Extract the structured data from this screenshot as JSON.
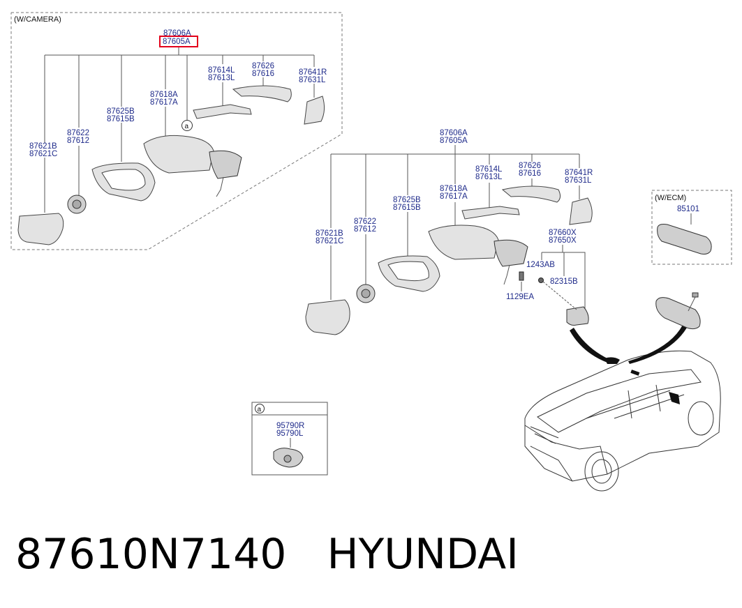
{
  "footer": {
    "part_number": "87610N7140",
    "brand": "HYUNDAI"
  },
  "camera_group": {
    "title": "(W/CAMERA)",
    "assembly_top": "87606A",
    "assembly_highlighted": "87605A",
    "labels": {
      "cover_upper": "87614L",
      "cover_lower": "87613L",
      "scalp_a": "87626",
      "scalp_b": "87616",
      "cap_a": "87641R",
      "cap_b": "87631L",
      "frame_a": "87618A",
      "frame_b": "87617A",
      "housing_a": "87625B",
      "housing_b": "87615B",
      "actuator_a": "87622",
      "actuator_b": "87612",
      "glass_a": "87621B",
      "glass_b": "87621C"
    },
    "callout": "a"
  },
  "main_group": {
    "assembly_top": "87606A",
    "assembly_bottom": "87605A",
    "labels": {
      "cover_upper": "87614L",
      "cover_lower": "87613L",
      "scalp_a": "87626",
      "scalp_b": "87616",
      "cap_a": "87641R",
      "cap_b": "87631L",
      "frame_a": "87618A",
      "frame_b": "87617A",
      "housing_a": "87625B",
      "housing_b": "87615B",
      "actuator_a": "87622",
      "actuator_b": "87612",
      "glass_a": "87621B",
      "glass_b": "87621C",
      "triangle_a": "87660X",
      "triangle_b": "87650X",
      "screw": "1243AB",
      "clip": "82315B",
      "bolt": "1129EA"
    }
  },
  "ecm_group": {
    "title": "(W/ECM)",
    "label": "85101"
  },
  "detail_a": {
    "callout": "a",
    "label_a": "95790R",
    "label_b": "95790L"
  }
}
